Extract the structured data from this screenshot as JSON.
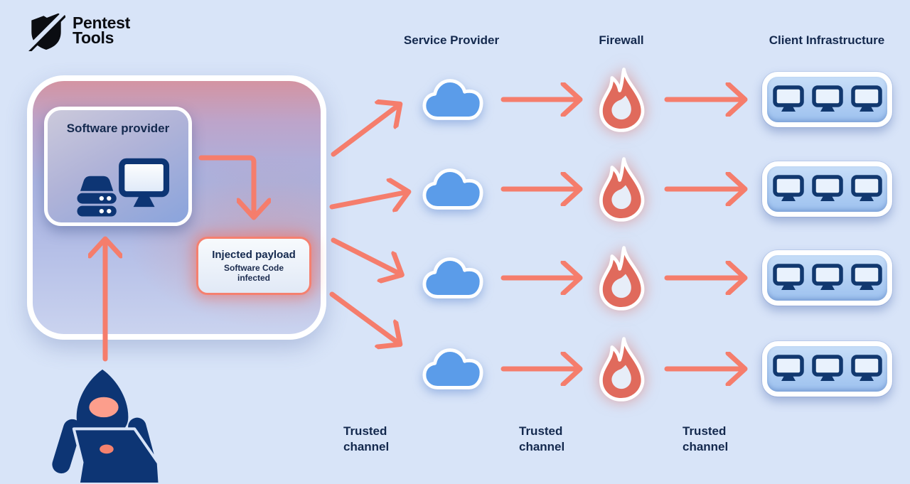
{
  "brand": {
    "line1": "Pentest",
    "line2": "Tools"
  },
  "column_headers": [
    {
      "label": "Service Provider"
    },
    {
      "label": "Firewall"
    },
    {
      "label": "Client Infrastructure"
    }
  ],
  "attack_box": {
    "software_provider": {
      "title": "Software provider"
    },
    "injected_payload": {
      "title": "Injected payload",
      "subtitle": "Software Code infected"
    }
  },
  "trusted_channels": [
    {
      "label": "Trusted channel"
    },
    {
      "label": "Trusted channel"
    },
    {
      "label": "Trusted channel"
    }
  ],
  "flow": {
    "rows": 4,
    "monitors_per_client_box": 3,
    "service_provider_icon": "cloud-icon",
    "firewall_icon": "flame-icon",
    "client_icon": "monitor-icon",
    "attacker_icon": "hacker-laptop-icon"
  },
  "colors": {
    "background": "#d8e4f8",
    "accent_salmon": "#f57d6c",
    "cloud_blue": "#5b9ce9",
    "flame_red": "#e06a5c",
    "icon_navy": "#0d3574",
    "text_navy": "#14294e"
  }
}
